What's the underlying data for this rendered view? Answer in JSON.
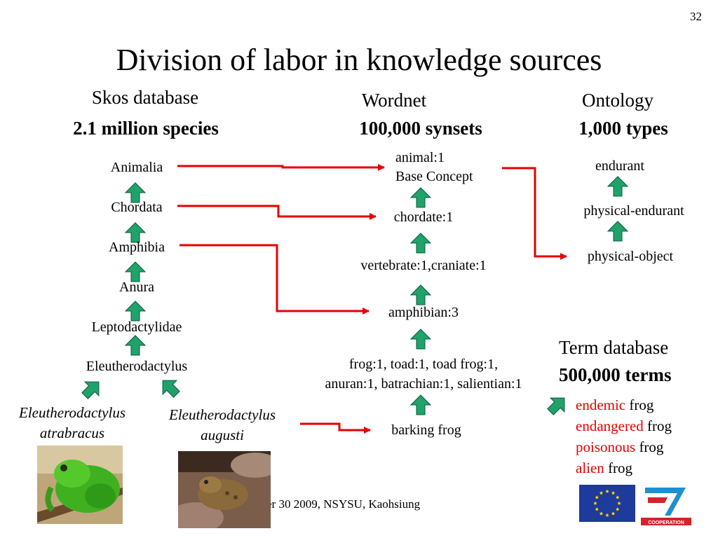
{
  "page_number": "32",
  "title": "Division of labor in knowledge sources",
  "sources": {
    "skos": {
      "name": "Skos database",
      "size": "2.1 million species"
    },
    "wordnet": {
      "name": "Wordnet",
      "size": "100,000 synsets"
    },
    "ontology": {
      "name": "Ontology",
      "size": "1,000 types"
    },
    "term": {
      "name": "Term database",
      "size": "500,000 terms"
    }
  },
  "skos_nodes": [
    "Animalia",
    "Chordata",
    "Amphibia",
    "Anura",
    "Leptodactylidae",
    "Eleutherodactylus"
  ],
  "species": [
    {
      "line1": "Eleutherodactylus",
      "line2": "atrabracus"
    },
    {
      "line1": "Eleutherodactylus",
      "line2": "augusti"
    }
  ],
  "wordnet_nodes": {
    "animal": {
      "line1": "animal:1",
      "line2": "Base Concept"
    },
    "chordate": "chordate:1",
    "vertebrate": "vertebrate:1,craniate:1",
    "amphibian": "amphibian:3",
    "frog": {
      "line1": "frog:1, toad:1, toad frog:1,",
      "line2": "anuran:1, batrachian:1, salientian:1"
    },
    "barking": "barking frog"
  },
  "ontology_nodes": [
    "endurant",
    "physical-endurant",
    "physical-object"
  ],
  "terms": [
    {
      "modifier": "endemic",
      "head": "frog"
    },
    {
      "modifier": "endangered",
      "head": "frog"
    },
    {
      "modifier": "poisonous",
      "head": "frog"
    },
    {
      "modifier": "alien",
      "head": "frog"
    }
  ],
  "footer": "er 30 2009, NSYSU, Kaohsiung",
  "colors": {
    "mapping_arrow": "#e60000",
    "hierarchy_arrow": "#1fa36a",
    "term_modifier": "#e60000"
  },
  "icons": [
    "frog-photo",
    "toad-photo",
    "eu-flag-logo",
    "fp7-cooperation-logo"
  ],
  "logo_text": {
    "fp7": "COOPERATION"
  }
}
